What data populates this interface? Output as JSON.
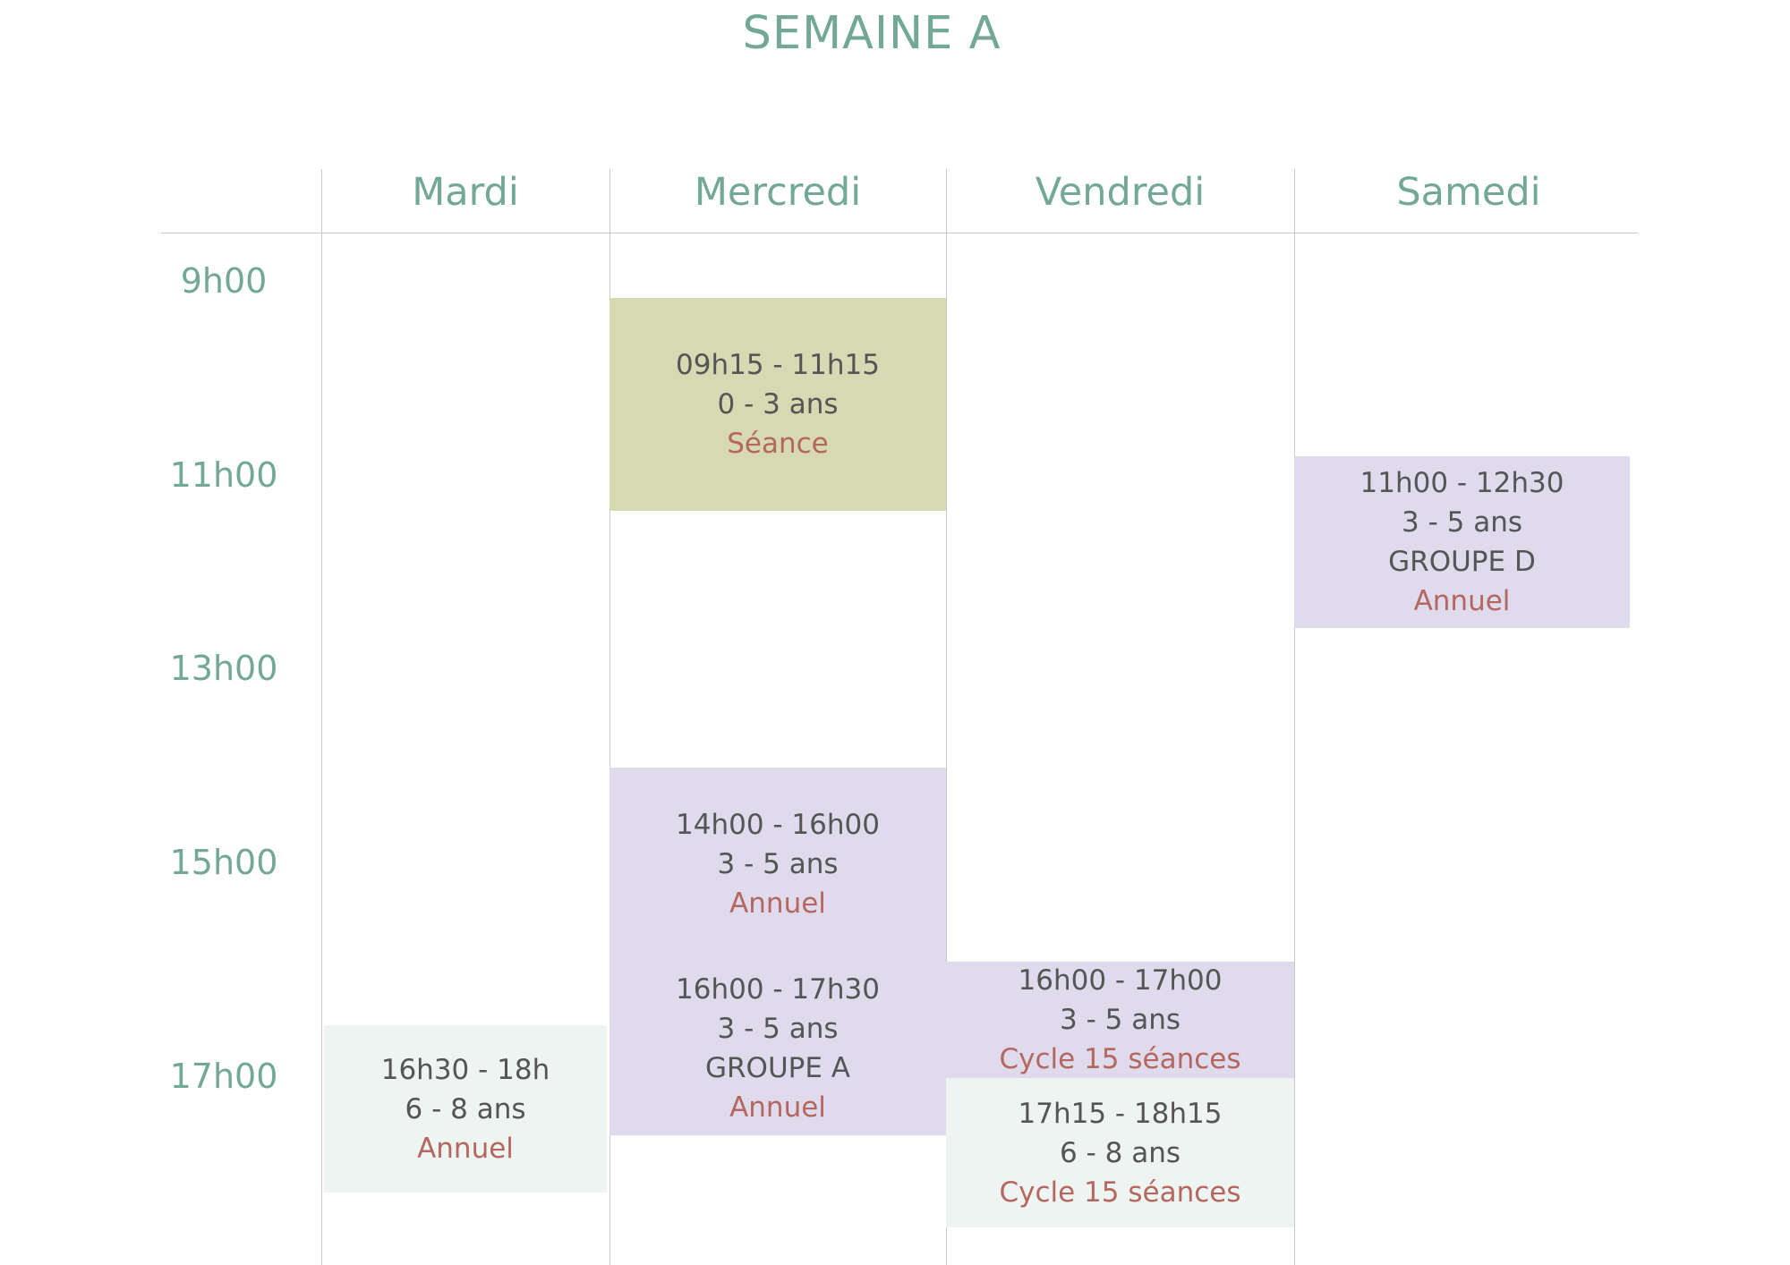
{
  "title": "SEMAINE A",
  "days": {
    "tuesday": "Mardi",
    "wednesday": "Mercredi",
    "friday": "Vendredi",
    "saturday": "Samedi"
  },
  "times": [
    "9h00",
    "11h00",
    "13h00",
    "15h00",
    "17h00"
  ],
  "slots": {
    "wed_morning": {
      "time": "09h15 - 11h15",
      "age": "0 - 3 ans",
      "plan": "Séance"
    },
    "sat_morning": {
      "time": "11h00 - 12h30",
      "age": "3 - 5 ans",
      "group": "GROUPE D",
      "plan": "Annuel"
    },
    "wed_afternoon1": {
      "time": "14h00 - 16h00",
      "age": "3 - 5 ans",
      "plan": "Annuel"
    },
    "wed_afternoon2": {
      "time": "16h00 - 17h30",
      "age": "3 - 5 ans",
      "group": "GROUPE A",
      "plan": "Annuel"
    },
    "fri_afternoon1": {
      "time": "16h00 - 17h00",
      "age": "3 - 5 ans",
      "plan": "Cycle 15 séances"
    },
    "fri_afternoon2": {
      "time": "17h15 - 18h15",
      "age": "6 - 8 ans",
      "plan": "Cycle 15 séances"
    },
    "tue_afternoon": {
      "time": "16h30 - 18h",
      "age": "6 - 8 ans",
      "plan": "Annuel"
    }
  },
  "colors": {
    "accent": "#73a898",
    "plan_text": "#b5675f",
    "body_text": "#555555",
    "green_slot": "#d6d9b1",
    "purple_slot": "#dfdbec",
    "mint_slot": "#edf4f1"
  }
}
